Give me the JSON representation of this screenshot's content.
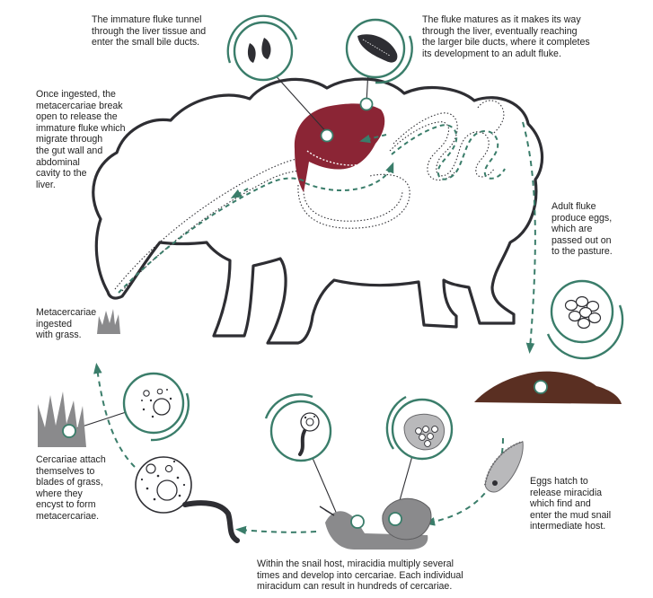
{
  "colors": {
    "accent": "#3a7d6a",
    "liver": "#8b2535",
    "snail": "#8a8a8c",
    "mud": "#5a2f22",
    "outline": "#2e2e33",
    "text": "#1f1f1f"
  },
  "captions": {
    "liver_tunnel": "The immature fluke tunnel\nthrough the liver tissue and\nenter the small bile ducts.",
    "bile_duct_mature": "The fluke matures as it makes its way\nthrough the liver, eventually reaching\nthe larger bile ducts, where it completes\nits development to an adult fluke.",
    "ingested_release": "Once ingested, the\nmetacercariae break\nopen to release the\nimmature fluke which\nmigrate through\nthe gut wall and\nabdominal\ncavity to the\nliver.",
    "adult_eggs": "Adult fluke\nproduce eggs,\nwhich are\npassed out on\nto the pasture.",
    "metacercariae_grass": "Metacercariae\ningested\nwith grass.",
    "cercariae_attach": "Cercariae attach\nthemselves to\nblades of grass,\nwhere they\nencyst to form\nmetacercariae.",
    "eggs_hatch": "Eggs hatch to\nrelease miracidia\nwhich find and\nenter the mud snail\nintermediate host.",
    "snail_host": "Within the snail host, miracidia multiply several\ntimes and develop into cercariae. Each individual\nmiracidum can result in hundreds of cercariae."
  },
  "icons": [
    "immature-fluke-icon",
    "adult-fluke-icon",
    "fluke-eggs-icon",
    "miracidium-icon",
    "redia-icon",
    "cercaria-icon",
    "metacercaria-icon",
    "mud-snail-icon",
    "sheep-icon",
    "liver-icon",
    "grass-icon"
  ]
}
